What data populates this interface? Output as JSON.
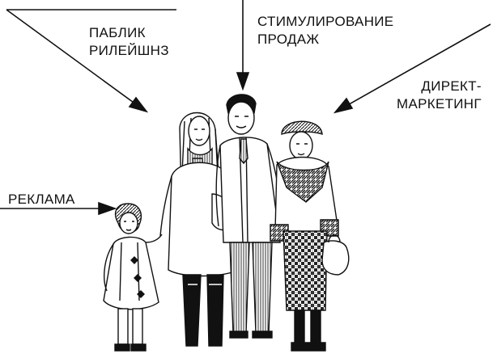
{
  "labels": {
    "public_relations": [
      "ПАБЛИК",
      "РИЛЕЙШНЗ"
    ],
    "sales_promotion": [
      "СТИМУЛИРОВАНИЕ",
      "ПРОДАЖ"
    ],
    "direct_marketing": [
      "ДИРЕКТ-",
      "МАРКЕТИНГ"
    ],
    "advertising": "РЕКЛАМА"
  },
  "colors": {
    "ink": "#111111",
    "background": "#ffffff"
  },
  "figures": [
    "girl-child",
    "woman-long-hair",
    "man-in-suit",
    "woman-in-beret"
  ]
}
